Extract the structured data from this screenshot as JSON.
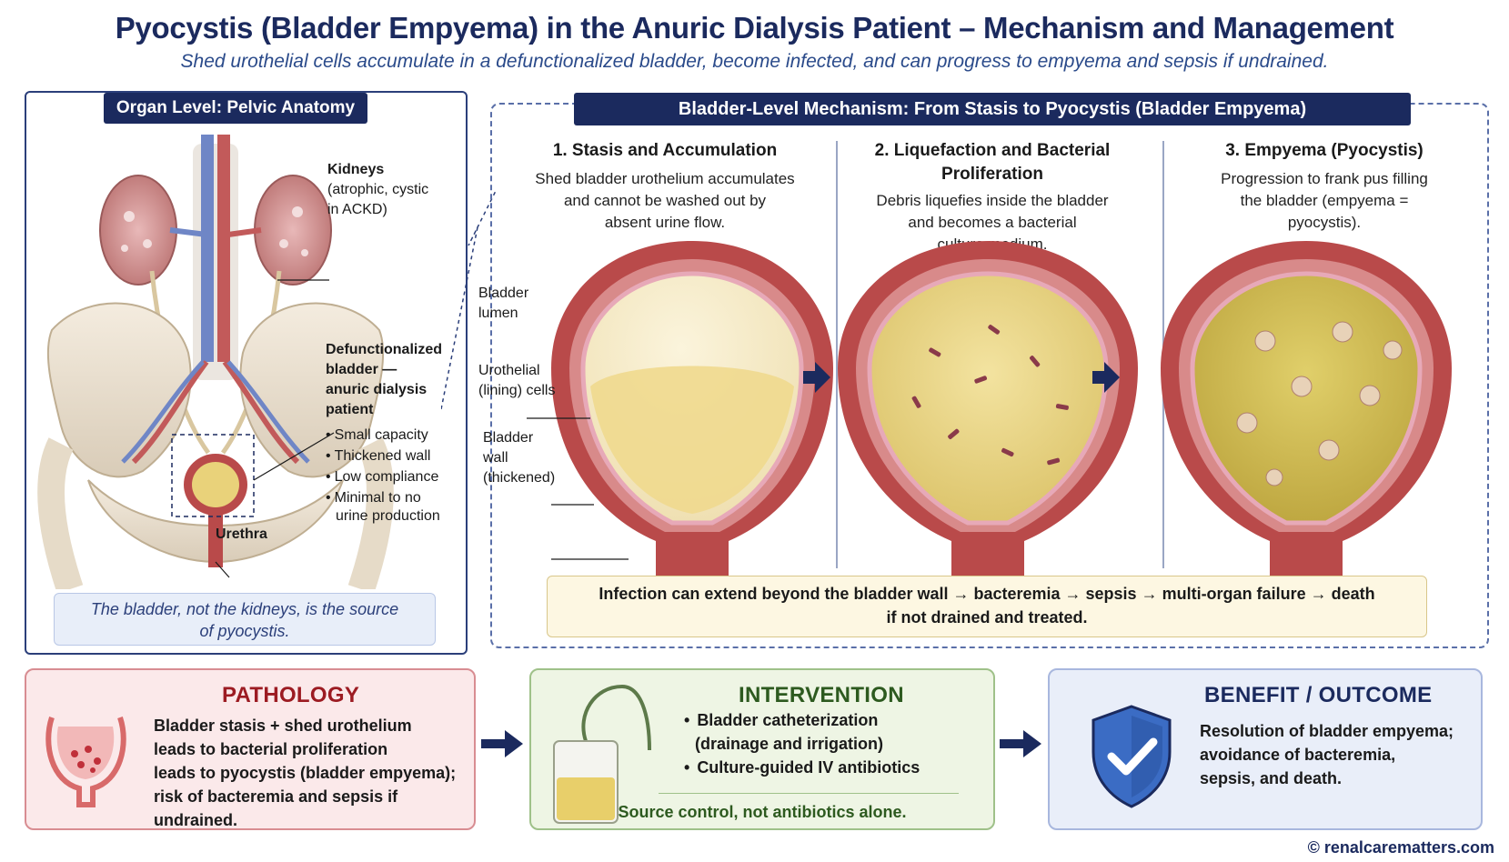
{
  "header": {
    "title": "Pyocystis (Bladder Empyema) in the Anuric Dialysis Patient – Mechanism and Management",
    "subtitle": "Shed urothelial cells accumulate in a defunctionalized bladder, become infected, and can progress to empyema and sepsis if undrained."
  },
  "organ_panel": {
    "header": "Organ Level: Pelvic Anatomy",
    "kidneys_label": "Kidneys",
    "kidneys_note_1": "(atrophic, cystic",
    "kidneys_note_2": "in ACKD)",
    "bladder_label_1": "Defunctionalized",
    "bladder_label_2": "bladder —",
    "bladder_label_3": "anuric dialysis",
    "bladder_label_4": "patient",
    "bullets": [
      "Small capacity",
      "Thickened wall",
      "Low compliance",
      "Minimal to no"
    ],
    "bullet_cont": "urine production",
    "urethra_label": "Urethra",
    "note_line_1": "The bladder, not the kidneys, is the source",
    "note_line_2": "of pyocystis."
  },
  "mechanism_panel": {
    "header": "Bladder-Level Mechanism: From Stasis to Pyocystis (Bladder Empyema)",
    "stages": [
      {
        "title": "1. Stasis and Accumulation",
        "desc": [
          "Shed bladder urothelium accumulates",
          "and cannot be washed out by",
          "absent urine flow."
        ]
      },
      {
        "title_1": "2. Liquefaction and Bacterial",
        "title_2": "Proliferation",
        "desc": [
          "Debris liquefies inside the bladder",
          "and becomes a bacterial",
          "culture medium."
        ]
      },
      {
        "title": "3. Empyema (Pyocystis)",
        "desc": [
          "Progression to frank pus filling",
          "the bladder (empyema =",
          "pyocystis)."
        ]
      }
    ],
    "labels": {
      "lumen_1": "Bladder",
      "lumen_2": "lumen",
      "urothelial_1": "Urothelial",
      "urothelial_2": "(lining) cells",
      "wall_1": "Bladder",
      "wall_2": "wall",
      "wall_3": "(thickened)"
    },
    "warning_1": "Infection can extend beyond the bladder wall → bacteremia → sepsis → multi-organ failure → death",
    "warning_2": "if not drained and treated."
  },
  "pathology": {
    "title": "PATHOLOGY",
    "lines": [
      "Bladder stasis + shed urothelium",
      "leads to bacterial proliferation",
      "leads to pyocystis (bladder empyema);",
      "risk of bacteremia and sepsis if undrained."
    ],
    "color": "#9c1b22"
  },
  "intervention": {
    "title": "INTERVENTION",
    "item_1a": "Bladder catheterization",
    "item_1b": "(drainage and irrigation)",
    "item_2": "Culture-guided IV antibiotics",
    "footer": "Source control, not antibiotics alone.",
    "color": "#2d5a1f"
  },
  "benefit": {
    "title": "BENEFIT / OUTCOME",
    "lines": [
      "Resolution of bladder empyema;",
      "avoidance of bacteremia,",
      "sepsis, and death."
    ],
    "color": "#1b2a5e"
  },
  "copyright": "© renalcarematters.com",
  "icons": [
    "bladder-icon",
    "drainage-bag-icon",
    "shield-check-icon",
    "arrow-right-icon"
  ]
}
